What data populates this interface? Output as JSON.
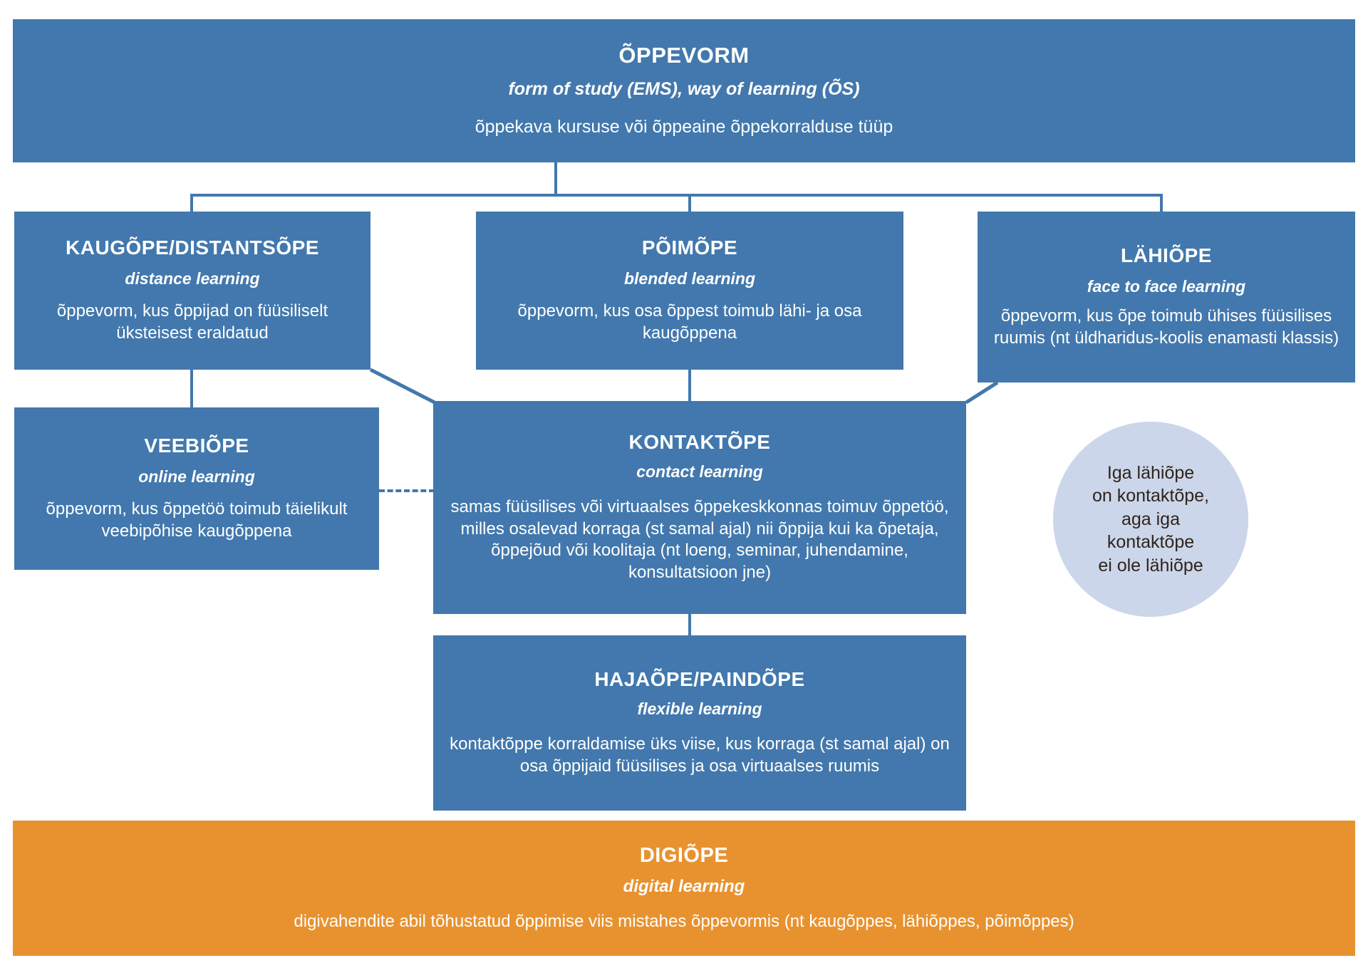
{
  "diagram": {
    "title_node": {
      "title": "ÕPPEVORM",
      "english": "form of study (EMS), way of learning (ÕS)",
      "description": "õppekava kursuse või õppeaine õppekorralduse tüüp"
    },
    "nodes": [
      {
        "id": "kaugope",
        "title": "KAUGÕPE/DISTANTSÕPE",
        "english": "distance learning",
        "description": "õppevorm, kus õppijad on füüsiliselt üksteisest eraldatud"
      },
      {
        "id": "poimope",
        "title": "PÕIMÕPE",
        "english": "blended learning",
        "description": "õppevorm, kus osa õppest toimub lähi- ja osa kaugõppena"
      },
      {
        "id": "lahiope",
        "title": "LÄHIÕPE",
        "english": "face to face learning",
        "description": "õppevorm, kus õpe toimub ühises füüsilises ruumis (nt üldharidus-koolis enamasti klassis)"
      },
      {
        "id": "veebiope",
        "title": "VEEBIÕPE",
        "english": "online learning",
        "description": "õppevorm, kus õppetöö toimub täielikult veebipõhise kaugõppena"
      },
      {
        "id": "kontaktope",
        "title": "KONTAKTÕPE",
        "english": "contact learning",
        "description": "samas füüsilises või virtuaalses õppekeskkonnas toimuv õppetöö, milles osalevad korraga (st samal ajal) nii õppija kui ka õpetaja, õppejõud või koolitaja (nt loeng, seminar, juhendamine, konsultatsioon jne)"
      },
      {
        "id": "hajaope",
        "title": "HAJAÕPE/PAINDÕPE",
        "english": "flexible learning",
        "description": "kontaktõppe korraldamise üks viise, kus korraga (st samal ajal) on osa õppijaid füüsilises ja osa virtuaalses ruumis"
      },
      {
        "id": "digiope",
        "title": "DIGIÕPE",
        "english": "digital learning",
        "description": "digivahendite abil tõhustatud õppimise viis mistahes õppevormis (nt kaugõppes, lähiõppes, põimõppes)"
      }
    ],
    "note_bubble": {
      "lines": [
        "Iga lähiõpe",
        "on kontaktõpe,",
        "aga iga",
        "kontaktõpe",
        "ei ole lähiõpe"
      ]
    },
    "colors": {
      "box_blue": "#4278ad",
      "band_orange": "#e8922f",
      "bubble_lavender": "#ccd6ea",
      "bubble_text": "#2e241c",
      "box_text": "#ffffff",
      "page_background": "#ffffff"
    }
  }
}
